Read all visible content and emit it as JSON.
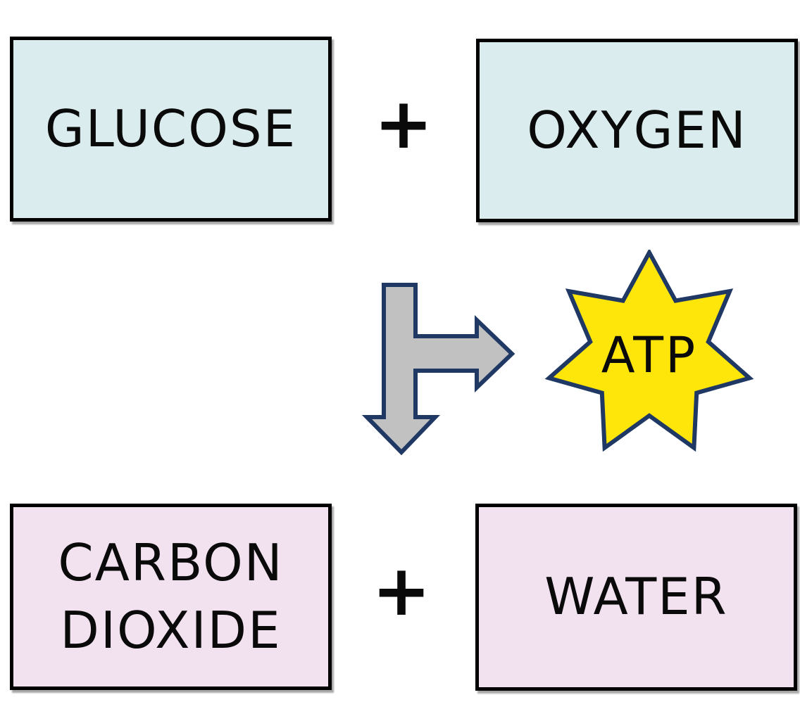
{
  "equation": {
    "reactants": [
      {
        "label": "GLUCOSE"
      },
      {
        "label": "OXYGEN"
      }
    ],
    "operator": "+",
    "products": [
      {
        "label": "CARBON DIOXIDE"
      },
      {
        "label": "WATER"
      }
    ],
    "energy": {
      "label": "ATP"
    }
  },
  "colors": {
    "reactant_box_fill": "#dbecee",
    "product_box_fill": "#f2e2f0",
    "box_border": "#000000",
    "arrow_fill": "#c1c1c1",
    "shape_outline": "#1f3864",
    "star_fill": "#ffe60a",
    "text": "#0a0a0a",
    "background": "#ffffff"
  }
}
